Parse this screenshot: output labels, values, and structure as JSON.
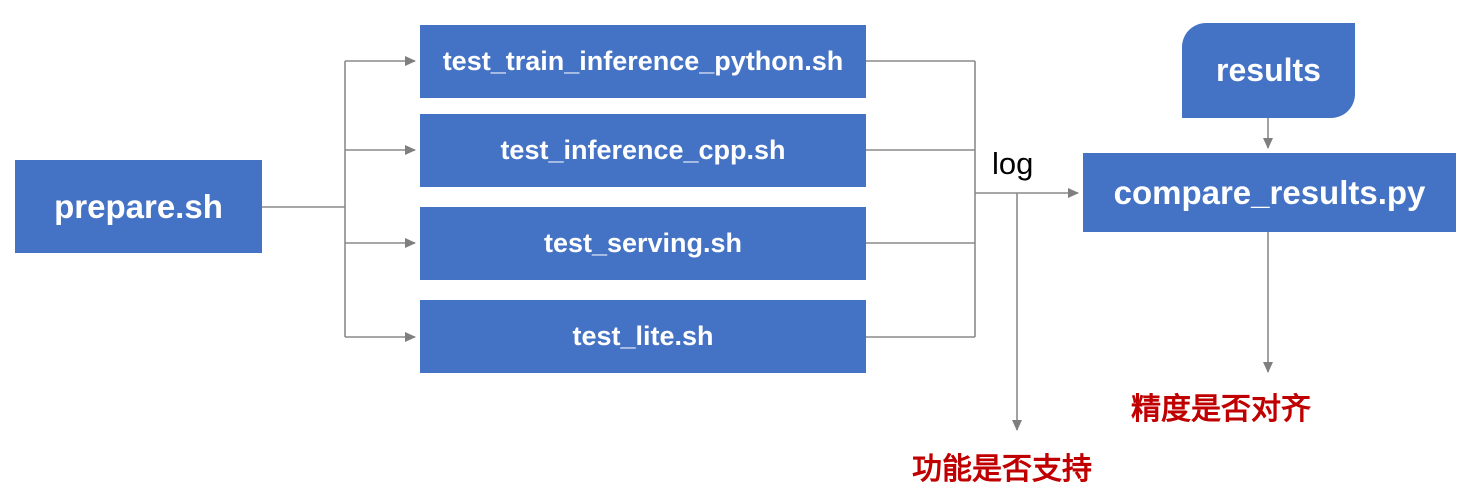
{
  "diagram": {
    "nodes": {
      "prepare": {
        "label": "prepare.sh"
      },
      "test_train_inference_python": {
        "label": "test_train_inference_python.sh"
      },
      "test_inference_cpp": {
        "label": "test_inference_cpp.sh"
      },
      "test_serving": {
        "label": "test_serving.sh"
      },
      "test_lite": {
        "label": "test_lite.sh"
      },
      "results": {
        "label": "results"
      },
      "compare_results": {
        "label": "compare_results.py"
      }
    },
    "edge_labels": {
      "log": "log"
    },
    "outcome_labels": {
      "function_supported": "功能是否支持",
      "precision_aligned": "精度是否对齐"
    },
    "colors": {
      "node_fill": "#4472C4",
      "node_text": "#FFFFFF",
      "connector": "#8A8A8A",
      "arrowhead": "#7F7F7F",
      "edge_label_text": "#000000",
      "outcome_text": "#C00000",
      "background": "#FFFFFF"
    }
  }
}
